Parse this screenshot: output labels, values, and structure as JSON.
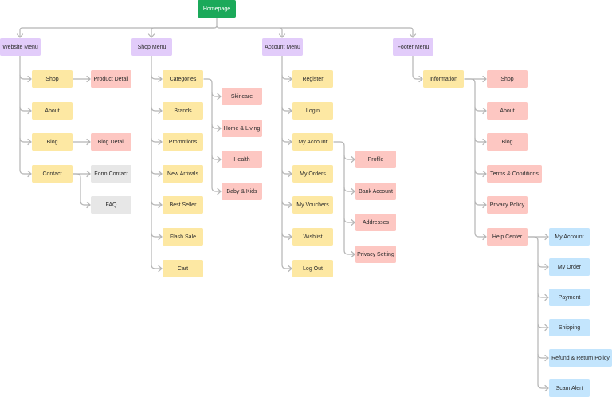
{
  "colors": {
    "root": "#1ba95a",
    "menu": "#e2ccfa",
    "page": "#fde8a3",
    "subpage": "#fdc7c2",
    "external": "#e7e7e7",
    "help": "#c3e5fd",
    "connector": "#b5b5b5"
  },
  "root": {
    "label": "Homepage"
  },
  "menus": [
    {
      "label": "Website Menu",
      "items": [
        {
          "label": "Shop",
          "children": [
            {
              "label": "Product Detail",
              "kind": "subpage"
            }
          ]
        },
        {
          "label": "About",
          "children": []
        },
        {
          "label": "Blog",
          "children": [
            {
              "label": "Blog Detail",
              "kind": "subpage"
            }
          ]
        },
        {
          "label": "Contact",
          "children": [
            {
              "label": "Form Contact",
              "kind": "external"
            },
            {
              "label": "FAQ",
              "kind": "external"
            }
          ]
        }
      ]
    },
    {
      "label": "Shop Menu",
      "items": [
        {
          "label": "Categories",
          "children": [
            {
              "label": "Skincare",
              "kind": "subpage"
            },
            {
              "label": "Home & Living",
              "kind": "subpage"
            },
            {
              "label": "Health",
              "kind": "subpage"
            },
            {
              "label": "Baby & Kids",
              "kind": "subpage"
            }
          ]
        },
        {
          "label": "Brands",
          "children": []
        },
        {
          "label": "Promotions",
          "children": []
        },
        {
          "label": "New Arrivals",
          "children": []
        },
        {
          "label": "Best Seller",
          "children": []
        },
        {
          "label": "Flash Sale",
          "children": []
        },
        {
          "label": "Cart",
          "children": []
        }
      ]
    },
    {
      "label": "Account Menu",
      "items": [
        {
          "label": "Register",
          "children": []
        },
        {
          "label": "Login",
          "children": []
        },
        {
          "label": "My Account",
          "children": [
            {
              "label": "Profile",
              "kind": "subpage"
            },
            {
              "label": "Bank Account",
              "kind": "subpage"
            },
            {
              "label": "Addresses",
              "kind": "subpage"
            },
            {
              "label": "Privacy Setting",
              "kind": "subpage"
            }
          ]
        },
        {
          "label": "My Orders",
          "children": []
        },
        {
          "label": "My Vouchers",
          "children": []
        },
        {
          "label": "Wishlist",
          "children": []
        },
        {
          "label": "Log Out",
          "children": []
        }
      ]
    },
    {
      "label": "Footer Menu",
      "items": [
        {
          "label": "Information",
          "children": [
            {
              "label": "Shop",
              "kind": "subpage"
            },
            {
              "label": "About",
              "kind": "subpage"
            },
            {
              "label": "Blog",
              "kind": "subpage"
            },
            {
              "label": "Terms & Conditions",
              "kind": "subpage"
            },
            {
              "label": "Privacy Policy",
              "kind": "subpage"
            },
            {
              "label": "Help Center",
              "kind": "subpage",
              "children": [
                {
                  "label": "My Account",
                  "kind": "help"
                },
                {
                  "label": "My Order",
                  "kind": "help"
                },
                {
                  "label": "Payment",
                  "kind": "help"
                },
                {
                  "label": "Shipping",
                  "kind": "help"
                },
                {
                  "label": "Refund & Return Policy",
                  "kind": "help"
                },
                {
                  "label": "Scam Alert",
                  "kind": "help"
                }
              ]
            }
          ]
        }
      ]
    }
  ]
}
